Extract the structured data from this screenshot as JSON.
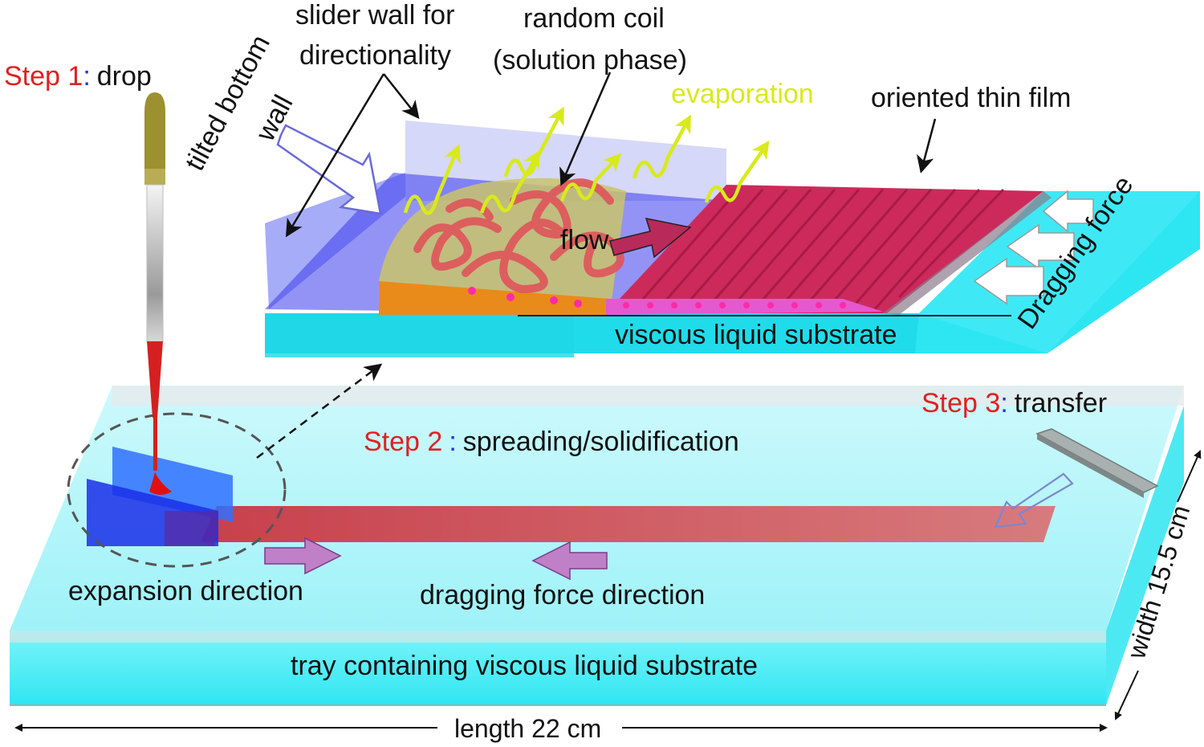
{
  "steps": {
    "step1": {
      "prefix": "Step 1",
      "colon": ":",
      "text": "drop"
    },
    "step2": {
      "prefix": "Step 2",
      "colon": ":",
      "text": "spreading/solidification"
    },
    "step3": {
      "prefix": "Step 3",
      "colon": ":",
      "text": "transfer"
    }
  },
  "inset_labels": {
    "tilted_wall_line1": "tilted bottom",
    "tilted_wall_line2": "wall",
    "slider_wall_line1": "slider wall for",
    "slider_wall_line2": "directionality",
    "random_coil_line1": "random coil",
    "random_coil_line2": "(solution phase)",
    "evaporation": "evaporation",
    "oriented_film": "oriented thin film",
    "flow": "flow",
    "dragging_force": "Dragging force",
    "viscous_substrate": "viscous liquid substrate"
  },
  "tray_labels": {
    "expansion": "expansion direction",
    "dragging_direction": "dragging force direction",
    "tray": "tray containing viscous liquid substrate",
    "length": "length 22 cm",
    "width": "width 15.5 cm"
  },
  "colors": {
    "substrate": "#2ee6f2",
    "film": "#cc2a5a",
    "slider": "#3a3aee",
    "step_red": "#e02020",
    "colon_blue": "#2030e0",
    "evaporation": "#d8ea1a"
  }
}
